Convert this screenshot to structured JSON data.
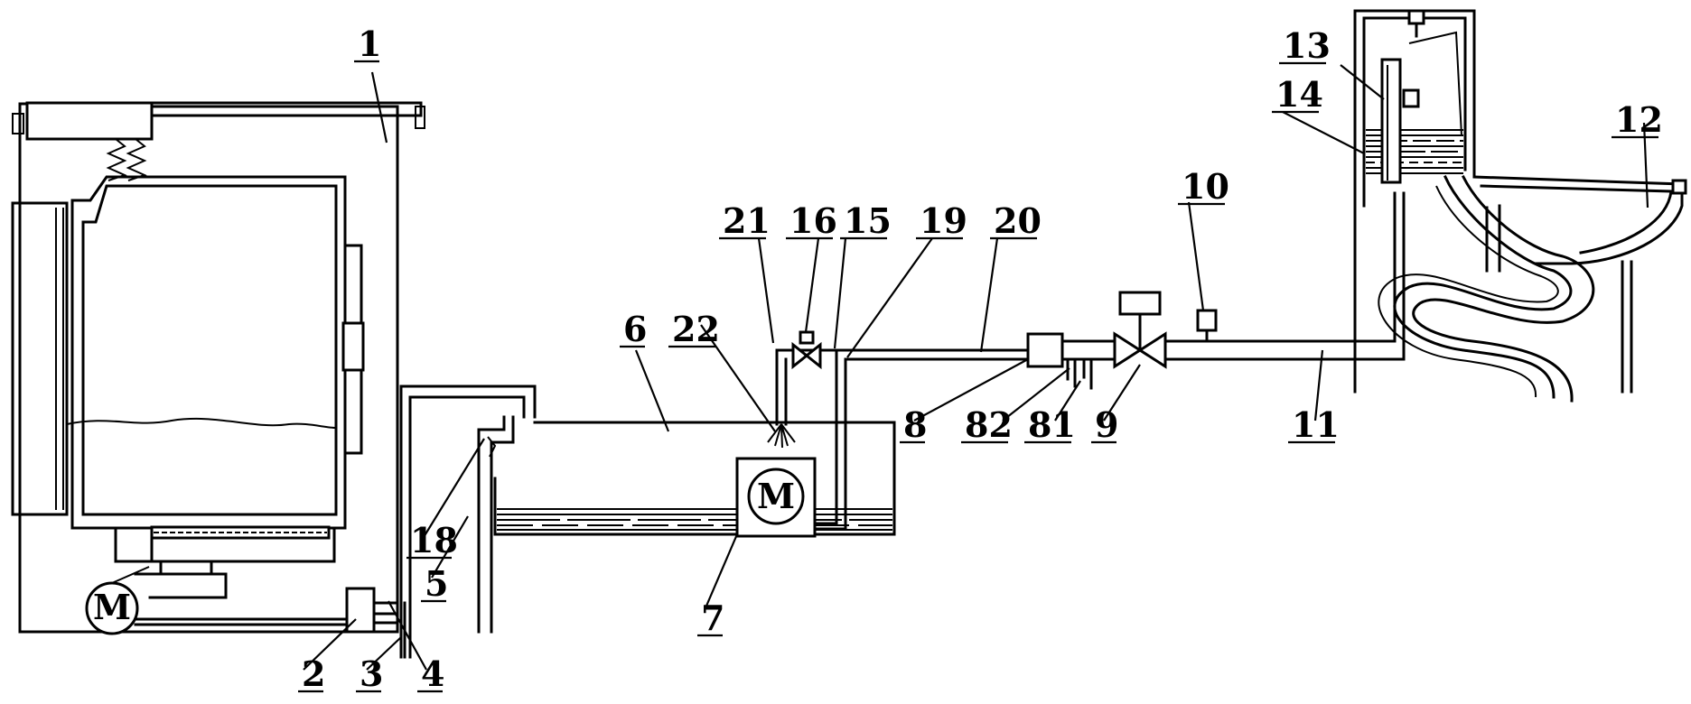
{
  "labels": {
    "l1": "1",
    "l2": "2",
    "l3": "3",
    "l4": "4",
    "l5": "5",
    "l6": "6",
    "l7": "7",
    "l8": "8",
    "l81": "81",
    "l82": "82",
    "l9": "9",
    "l10": "10",
    "l11": "11",
    "l12": "12",
    "l13": "13",
    "l14": "14",
    "l15": "15",
    "l16": "16",
    "l18": "18",
    "l19": "19",
    "l20": "20",
    "l21": "21",
    "l22": "22"
  },
  "motor_symbol": "M"
}
